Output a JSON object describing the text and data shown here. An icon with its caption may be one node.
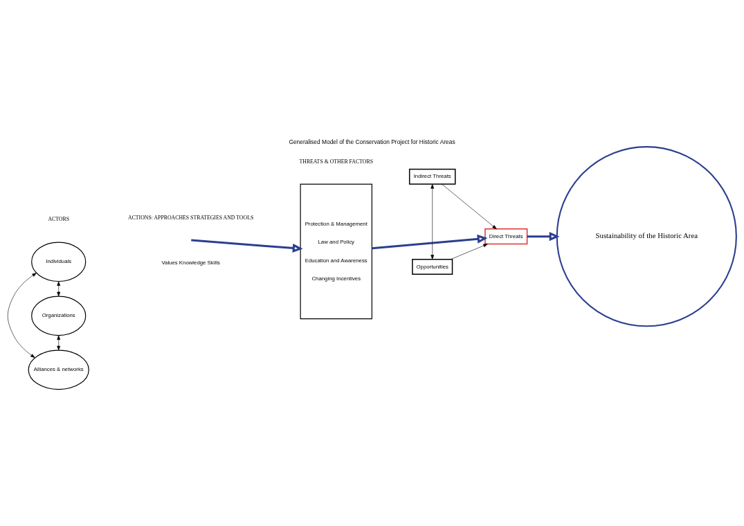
{
  "diagram": {
    "title": "Generalised Model of the Conservation Project for Historic Areas",
    "nodes": [
      {
        "text": [
          "Individuals"
        ]
      },
      {
        "text": [
          "Organizations"
        ]
      },
      {
        "text": [
          "Alliances & networks"
        ]
      },
      {
        "text": [
          "Protection & Management",
          "Law and Policy",
          "Education and Awareness",
          "Changing Incentives"
        ]
      },
      {
        "text": [
          "Indirect Threats"
        ]
      },
      {
        "text": [
          "Opportunities"
        ]
      },
      {
        "text": [
          "Direct Threats"
        ]
      },
      {
        "text": [
          "Sustainability of the Historic Area"
        ]
      }
    ],
    "edges": [
      {
        "from": 0,
        "to": 1,
        "arrow": "both"
      },
      {
        "from": 0,
        "to": 2,
        "arrow": "both"
      },
      {
        "from": 1,
        "to": 2,
        "arrow": "both"
      },
      {
        "from": null,
        "to": 3,
        "arrow": "to",
        "style": "thick",
        "color": "#2b3f8f"
      },
      {
        "from": 3,
        "to": 6,
        "arrow": "to",
        "style": "thick",
        "color": "#2b3f8f"
      },
      {
        "from": 4,
        "to": 5,
        "arrow": "both"
      },
      {
        "from": 4,
        "to": 6,
        "arrow": "to"
      },
      {
        "from": 5,
        "to": 6,
        "arrow": "to"
      },
      {
        "from": 6,
        "to": 7,
        "arrow": "to",
        "style": "thick",
        "color": "#2b3f8f"
      }
    ],
    "labels": [
      "ACTORS",
      "ACTIONS: APPROACHES STRATEGIES AND TOOLS",
      "THREATS & OTHER FACTORS",
      "Values Knowledge Skills"
    ]
  }
}
